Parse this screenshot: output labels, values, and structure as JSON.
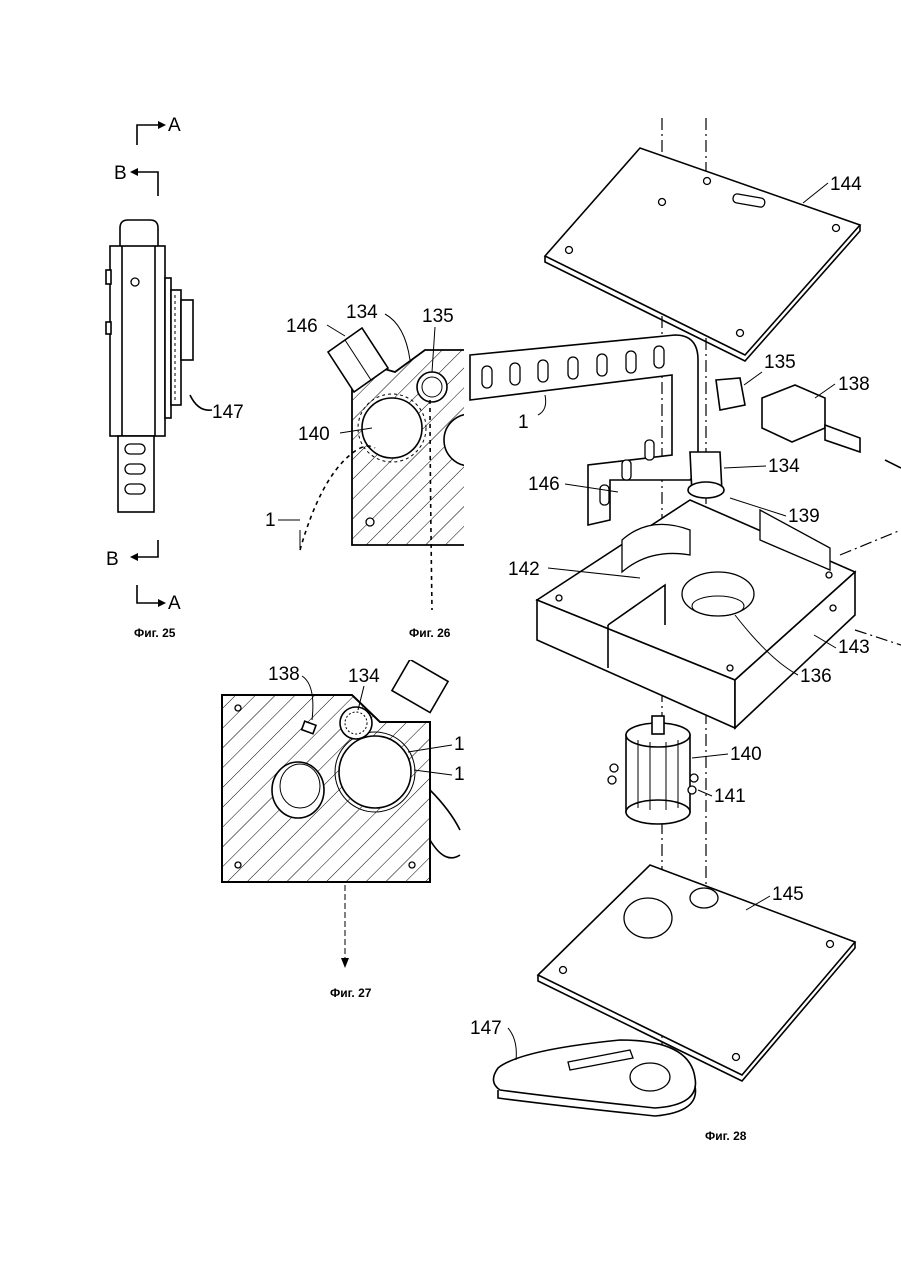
{
  "figures": {
    "fig25": {
      "caption": "Фиг. 25",
      "section_labels": [
        "A",
        "B",
        "B",
        "A"
      ],
      "callouts": [
        "147"
      ]
    },
    "fig26": {
      "caption": "Фиг. 26",
      "callouts": [
        "146",
        "134",
        "135",
        "140",
        "1"
      ]
    },
    "fig27": {
      "caption": "Фиг. 27",
      "callouts": [
        "138",
        "134",
        "1",
        "1"
      ]
    },
    "fig28": {
      "caption": "Фиг. 28",
      "callouts": [
        "144",
        "135",
        "138",
        "1",
        "134",
        "146",
        "139",
        "142",
        "143",
        "136",
        "140",
        "141",
        "145",
        "147"
      ]
    }
  }
}
